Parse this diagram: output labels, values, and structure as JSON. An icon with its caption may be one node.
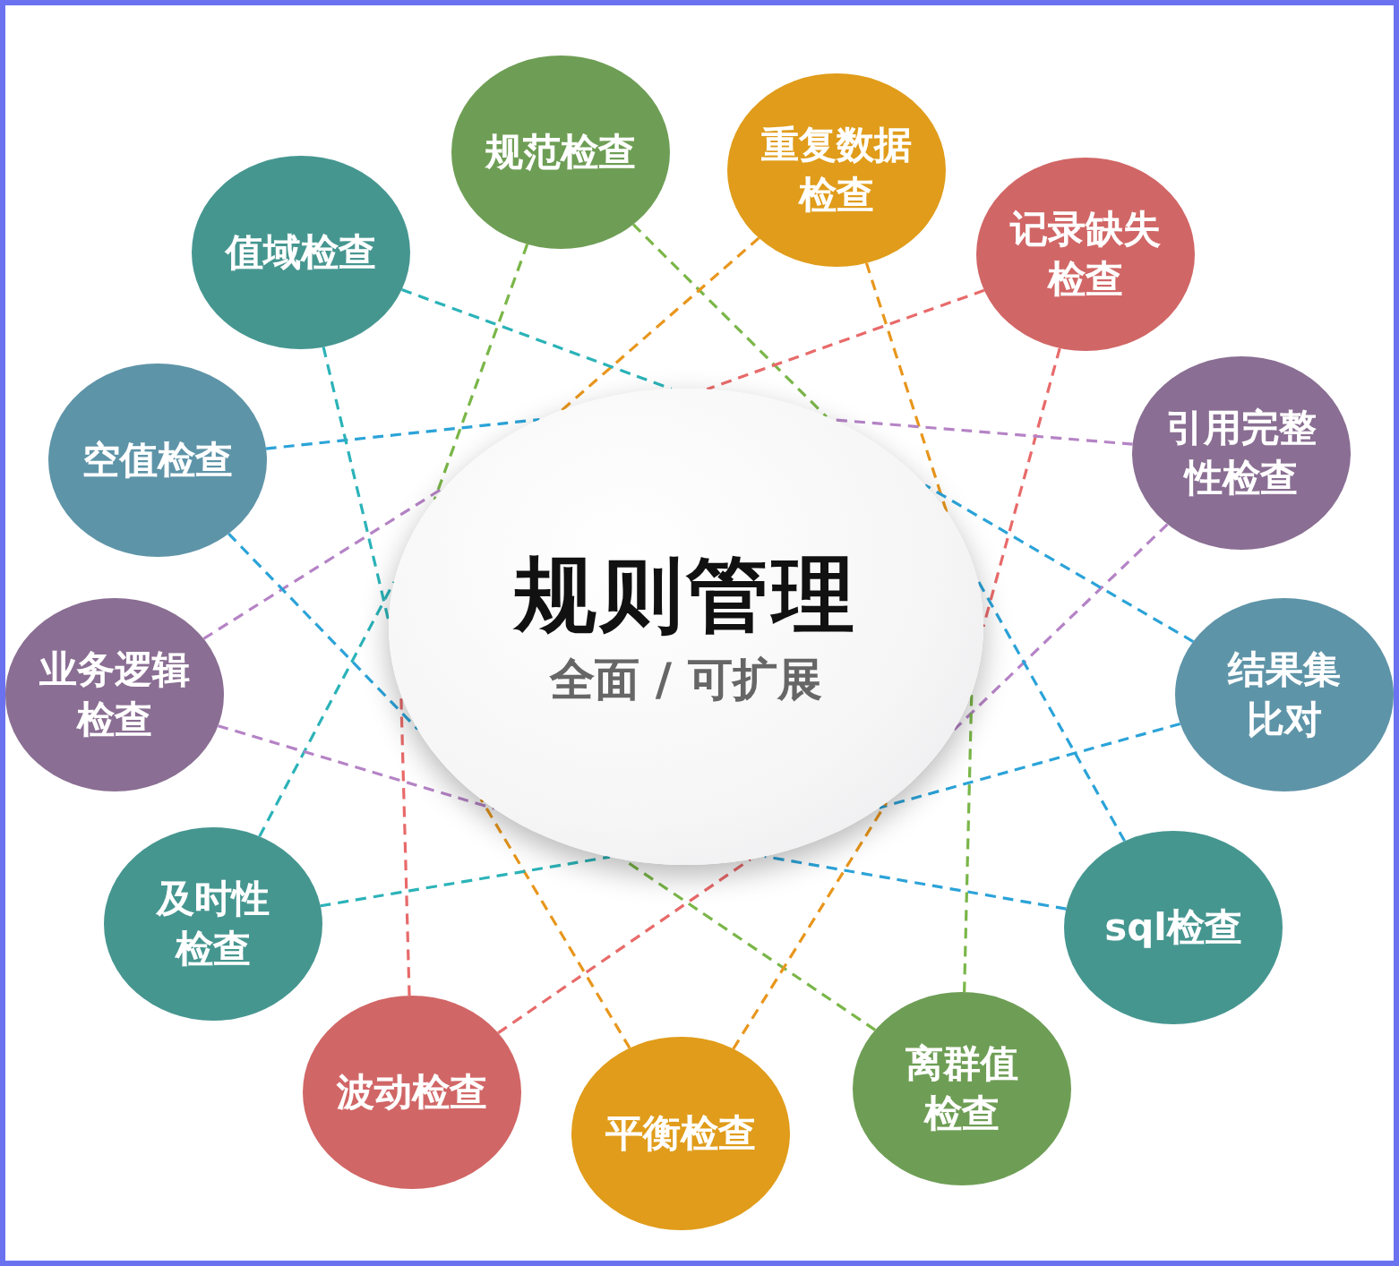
{
  "diagram": {
    "nodes": [
      {
        "text": [
          "规则管理",
          "全面 / 可扩展"
        ]
      },
      {
        "text": [
          "规范检查"
        ]
      },
      {
        "text": [
          "重复数据检查"
        ]
      },
      {
        "text": [
          "记录缺失检查"
        ]
      },
      {
        "text": [
          "引用完整性检查"
        ]
      },
      {
        "text": [
          "结果集比对"
        ]
      },
      {
        "text": [
          "sql检查"
        ]
      },
      {
        "text": [
          "离群值检查"
        ]
      },
      {
        "text": [
          "平衡检查"
        ]
      },
      {
        "text": [
          "波动检查"
        ]
      },
      {
        "text": [
          "及时性检查"
        ]
      },
      {
        "text": [
          "业务逻辑检查"
        ]
      },
      {
        "text": [
          "空值检查"
        ]
      },
      {
        "text": [
          "值域检查"
        ]
      }
    ],
    "edges": [
      {
        "from": 1,
        "to": 0,
        "arrow": "none",
        "style": "dashed",
        "color": "#7ab648"
      },
      {
        "from": 1,
        "to": 0,
        "arrow": "none",
        "style": "dashed",
        "color": "#7ab648"
      },
      {
        "from": 2,
        "to": 0,
        "arrow": "none",
        "style": "dashed",
        "color": "#e8961c"
      },
      {
        "from": 2,
        "to": 0,
        "arrow": "none",
        "style": "dashed",
        "color": "#e8961c"
      },
      {
        "from": 3,
        "to": 0,
        "arrow": "none",
        "style": "dashed",
        "color": "#e86a6a"
      },
      {
        "from": 3,
        "to": 0,
        "arrow": "none",
        "style": "dashed",
        "color": "#e86a6a"
      },
      {
        "from": 4,
        "to": 0,
        "arrow": "none",
        "style": "dashed",
        "color": "#b583c6"
      },
      {
        "from": 4,
        "to": 0,
        "arrow": "none",
        "style": "dashed",
        "color": "#b583c6"
      },
      {
        "from": 5,
        "to": 0,
        "arrow": "none",
        "style": "dashed",
        "color": "#2ba3d8"
      },
      {
        "from": 5,
        "to": 0,
        "arrow": "none",
        "style": "dashed",
        "color": "#2ba3d8"
      },
      {
        "from": 6,
        "to": 0,
        "arrow": "none",
        "style": "dashed",
        "color": "#2ba3d8"
      },
      {
        "from": 6,
        "to": 0,
        "arrow": "none",
        "style": "dashed",
        "color": "#2ba3d8"
      },
      {
        "from": 7,
        "to": 0,
        "arrow": "none",
        "style": "dashed",
        "color": "#7ab648"
      },
      {
        "from": 7,
        "to": 0,
        "arrow": "none",
        "style": "dashed",
        "color": "#7ab648"
      },
      {
        "from": 8,
        "to": 0,
        "arrow": "none",
        "style": "dashed",
        "color": "#e8961c"
      },
      {
        "from": 8,
        "to": 0,
        "arrow": "none",
        "style": "dashed",
        "color": "#e8961c"
      },
      {
        "from": 9,
        "to": 0,
        "arrow": "none",
        "style": "dashed",
        "color": "#e86a6a"
      },
      {
        "from": 9,
        "to": 0,
        "arrow": "none",
        "style": "dashed",
        "color": "#e86a6a"
      },
      {
        "from": 10,
        "to": 0,
        "arrow": "none",
        "style": "dashed",
        "color": "#2bb3b8"
      },
      {
        "from": 10,
        "to": 0,
        "arrow": "none",
        "style": "dashed",
        "color": "#2bb3b8"
      },
      {
        "from": 11,
        "to": 0,
        "arrow": "none",
        "style": "dashed",
        "color": "#b583c6"
      },
      {
        "from": 11,
        "to": 0,
        "arrow": "none",
        "style": "dashed",
        "color": "#b583c6"
      },
      {
        "from": 12,
        "to": 0,
        "arrow": "none",
        "style": "dashed",
        "color": "#2ba3d8"
      },
      {
        "from": 12,
        "to": 0,
        "arrow": "none",
        "style": "dashed",
        "color": "#2ba3d8"
      },
      {
        "from": 13,
        "to": 0,
        "arrow": "none",
        "style": "dashed",
        "color": "#2bb3b8"
      },
      {
        "from": 13,
        "to": 0,
        "arrow": "none",
        "style": "dashed",
        "color": "#2bb3b8"
      }
    ]
  }
}
